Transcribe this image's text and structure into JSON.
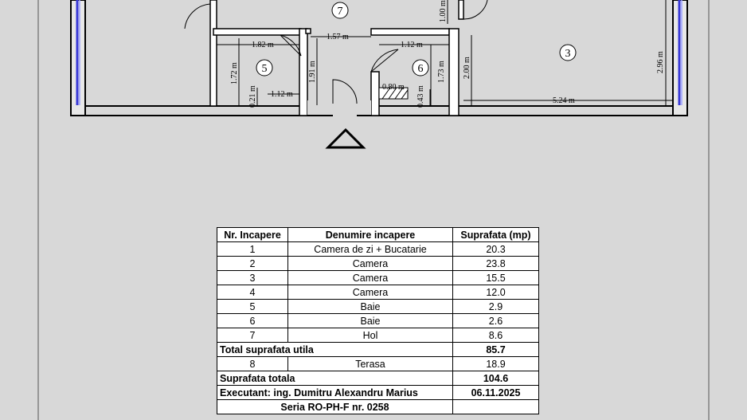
{
  "plan": {
    "room_numbers": [
      "7",
      "5",
      "6",
      "3"
    ],
    "dimensions": [
      "1.82 m",
      "1.57 m",
      "1.12 m",
      "1.00 m",
      "2.96 m",
      "1.72 m",
      "1.91 m",
      "1.12 m",
      "0.21 m",
      "0.80 m",
      "1.73 m",
      "0.43 m",
      "2.00 m",
      "5.24 m"
    ],
    "colors": {
      "wall": "#000000",
      "window": "#3a3ad8",
      "background": "#d8d8d8"
    }
  },
  "table": {
    "headers": [
      "Nr. Incapere",
      "Denumire incapere",
      "Suprafata (mp)"
    ],
    "rooms": [
      {
        "nr": "1",
        "name": "Camera de zi + Bucatarie",
        "area": "20.3"
      },
      {
        "nr": "2",
        "name": "Camera",
        "area": "23.8"
      },
      {
        "nr": "3",
        "name": "Camera",
        "area": "15.5"
      },
      {
        "nr": "4",
        "name": "Camera",
        "area": "12.0"
      },
      {
        "nr": "5",
        "name": "Baie",
        "area": "2.9"
      },
      {
        "nr": "6",
        "name": "Baie",
        "area": "2.6"
      },
      {
        "nr": "7",
        "name": "Hol",
        "area": "8.6"
      }
    ],
    "total_util_label": "Total suprafata utila",
    "total_util_value": "85.7",
    "terrace": {
      "nr": "8",
      "name": "Terasa",
      "area": "18.9"
    },
    "total_label": "Suprafata totala",
    "total_value": "104.6",
    "executant_label": "Executant: ing. Dumitru Alexandru Marius",
    "executant_date": "06.11.2025",
    "serie_label": "Seria RO-PH-F nr. 0258"
  }
}
